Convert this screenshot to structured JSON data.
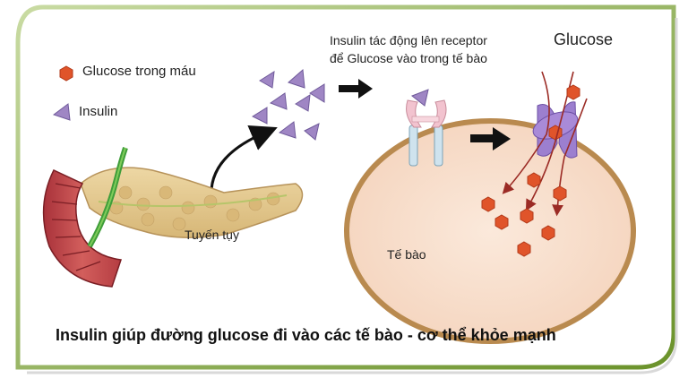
{
  "legend": {
    "glucose_label": "Glucose trong máu",
    "insulin_label": "Insulin"
  },
  "labels": {
    "pancreas": "Tuyến tụy",
    "receptor_line1": "Insulin tác động lên receptor",
    "receptor_line2": "để Glucose vào trong tế bào",
    "glucose_title": "Glucose",
    "cell": "Tế bào"
  },
  "caption": "Insulin giúp đường glucose đi vào các tế bào - cơ thể khỏe mạnh",
  "colors": {
    "frame_border": "#6f9a2e",
    "glucose": "#e0542a",
    "insulin": "#9f86c4",
    "cell_fill": "#f7ddc8",
    "cell_border": "#b98a4f",
    "pancreas": "#e6c98e",
    "duodenum": "#c9494a",
    "channel": "#9c7fcf"
  },
  "icons": [
    "glucose-hexagon-icon",
    "insulin-triangle-icon",
    "arrow-right-icon",
    "curved-arrow-icon",
    "receptor-icon",
    "glucose-transporter-icon"
  ]
}
